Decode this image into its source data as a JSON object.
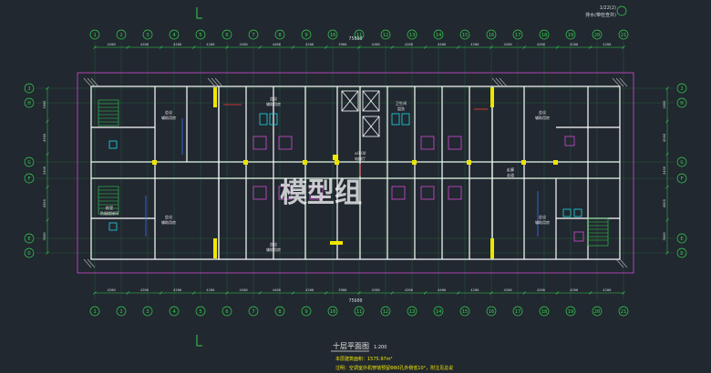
{
  "drawing": {
    "title": "十层平面图",
    "scale": "1:200",
    "area_note": "本层建筑面积：1575.97m²",
    "wall_note": "注明：空调室外机穿墙预留Φ80孔外侧低10°，附注见总说",
    "watermark": "模型组",
    "header_code": "1/22(2)",
    "header_note": "排水(带检查井)"
  },
  "axes": {
    "top": [
      "1",
      "2",
      "3",
      "4",
      "5",
      "6",
      "7",
      "8",
      "9",
      "10",
      "11",
      "12",
      "13",
      "14",
      "15",
      "16",
      "17",
      "18",
      "19",
      "20",
      "21"
    ],
    "bottom": [
      "1",
      "2",
      "3",
      "4",
      "5",
      "6",
      "7",
      "8",
      "9",
      "10",
      "11",
      "12",
      "13",
      "14",
      "15",
      "16",
      "17",
      "18",
      "19",
      "20",
      "21"
    ],
    "left": [
      "J",
      "H",
      "G",
      "F",
      "E",
      "D"
    ],
    "right": [
      "J",
      "H",
      "G",
      "F",
      "E",
      "D"
    ]
  },
  "dims": {
    "total": "75600",
    "top_row": [
      "4200",
      "4200",
      "4200",
      "4200",
      "4200",
      "4400",
      "4200",
      "3900",
      "4200",
      "4200",
      "4400",
      "4200",
      "4200",
      "4200",
      "4200",
      "4200"
    ],
    "bottom_row": [
      "4200",
      "4200",
      "4200",
      "4200",
      "4200",
      "4400",
      "4200",
      "3900",
      "4200",
      "4200",
      "4400",
      "4200",
      "4200",
      "4200",
      "4200",
      "4200"
    ],
    "left_col": [
      "1800",
      "4500",
      "2400",
      "4500",
      "3000"
    ],
    "right_col": [
      "1800",
      "4500",
      "2400",
      "4500",
      "3000"
    ]
  },
  "rooms": [
    {
      "name": "会议",
      "sub": "辅助用房"
    },
    {
      "name": "会议",
      "sub": "辅助用房"
    },
    {
      "name": "会议",
      "sub": "辅助用房"
    },
    {
      "name": "会议",
      "sub": "辅助用房"
    },
    {
      "name": "会议",
      "sub": "辅助用房"
    },
    {
      "name": "会议",
      "sub": "辅助用房"
    },
    {
      "name": "±0.00",
      "sub": "电梯厅"
    },
    {
      "name": "走廊",
      "sub": "走道"
    },
    {
      "name": "前室",
      "sub": "防烟楼梯间"
    },
    {
      "name": "卫生间",
      "sub": "盥洗"
    }
  ],
  "colors": {
    "background": "#212830",
    "wall": "#ffffff",
    "axis": "#35d04c",
    "dimension": "#35d04c",
    "column": "#f2e600",
    "window": "#1fd7e6",
    "furniture": "#d54ad8",
    "red_line": "#ff3a3a",
    "blue_line": "#3a6bff"
  }
}
